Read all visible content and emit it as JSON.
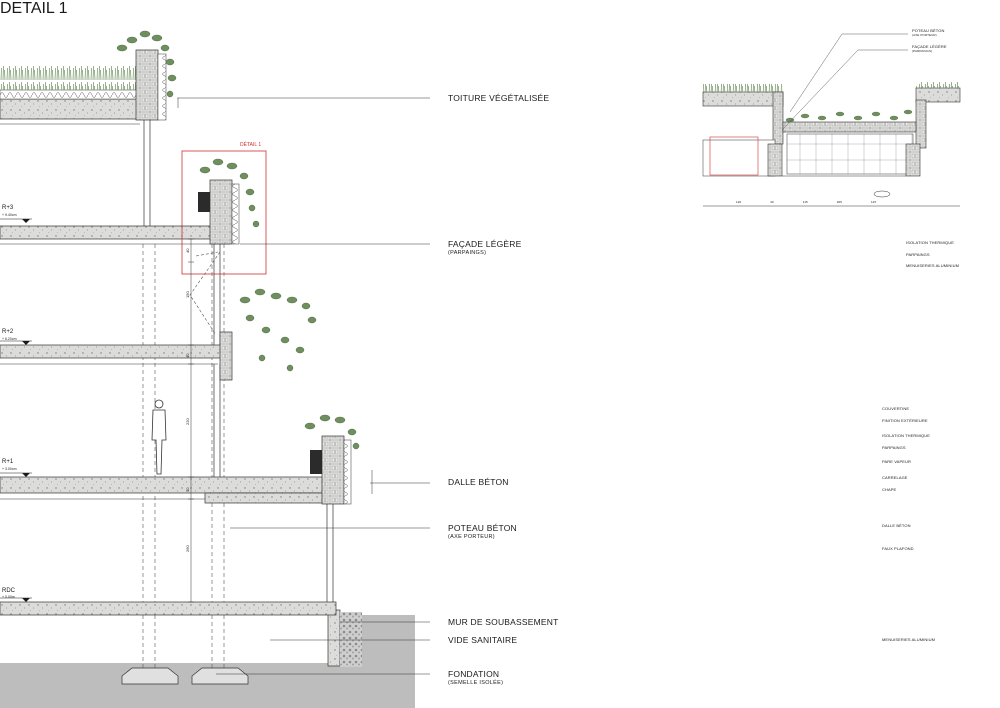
{
  "section": {
    "labels": {
      "toiture": "TOITURE VÉGÉTALISÉE",
      "facade": "FAÇADE LÉGÈRE",
      "facade_sub": "(PARPAINGS)",
      "dalle": "DALLE BÉTON",
      "poteau": "POTEAU BÉTON",
      "poteau_sub": "(AXE PORTEUR)",
      "mur": "MUR DE SOUBASSEMENT",
      "vide": "VIDE SANITAIRE",
      "fondation": "FONDATION",
      "fondation_sub": "(SEMELLE ISOLÉE)"
    },
    "detail_tag": "DÉTAIL 1",
    "levels": [
      {
        "name": "R+3",
        "elev": "+ 9.40cm"
      },
      {
        "name": "R+2",
        "elev": "+ 6.20cm"
      },
      {
        "name": "R+1",
        "elev": "+ 3.00cm"
      },
      {
        "name": "RDC",
        "elev": "+ 0.00m"
      }
    ],
    "dimensions": [
      "40",
      "150",
      "40",
      "220",
      "40",
      "260"
    ]
  },
  "plan_detail": {
    "labels": {
      "poteau": "POTEAU BÉTON",
      "poteau_sub": "(AXE PORTEUR)",
      "facade": "FAÇADE LÉGÈRE",
      "facade_sub": "(PARPAINGS)"
    },
    "tag": "DETAIL 1",
    "dims": [
      "120",
      "40",
      "115",
      "305",
      "115"
    ]
  },
  "horizontal_detail": {
    "labels": [
      "ISOLATION THERMIQUE",
      "PARPAINGS",
      "MENUISERIES ALUMINIUM"
    ]
  },
  "vertical_detail": {
    "labels": [
      "COUVERTINE",
      "FINITION EXTÉRIEURE",
      "ISOLATION THERMIQUE",
      "PARPAINGS",
      "PARE VAPEUR",
      "CARRELAGE",
      "CHAPE",
      "DALLE BÉTON",
      "FAUX PLAFOND",
      "MENUISERIES ALUMINIUM"
    ]
  },
  "colors": {
    "ink": "#1a1a1a",
    "concrete": "#d9d9d7",
    "ground": "#b9b9b9",
    "plants": "#6f8f5f",
    "detail_red": "#d03030"
  }
}
